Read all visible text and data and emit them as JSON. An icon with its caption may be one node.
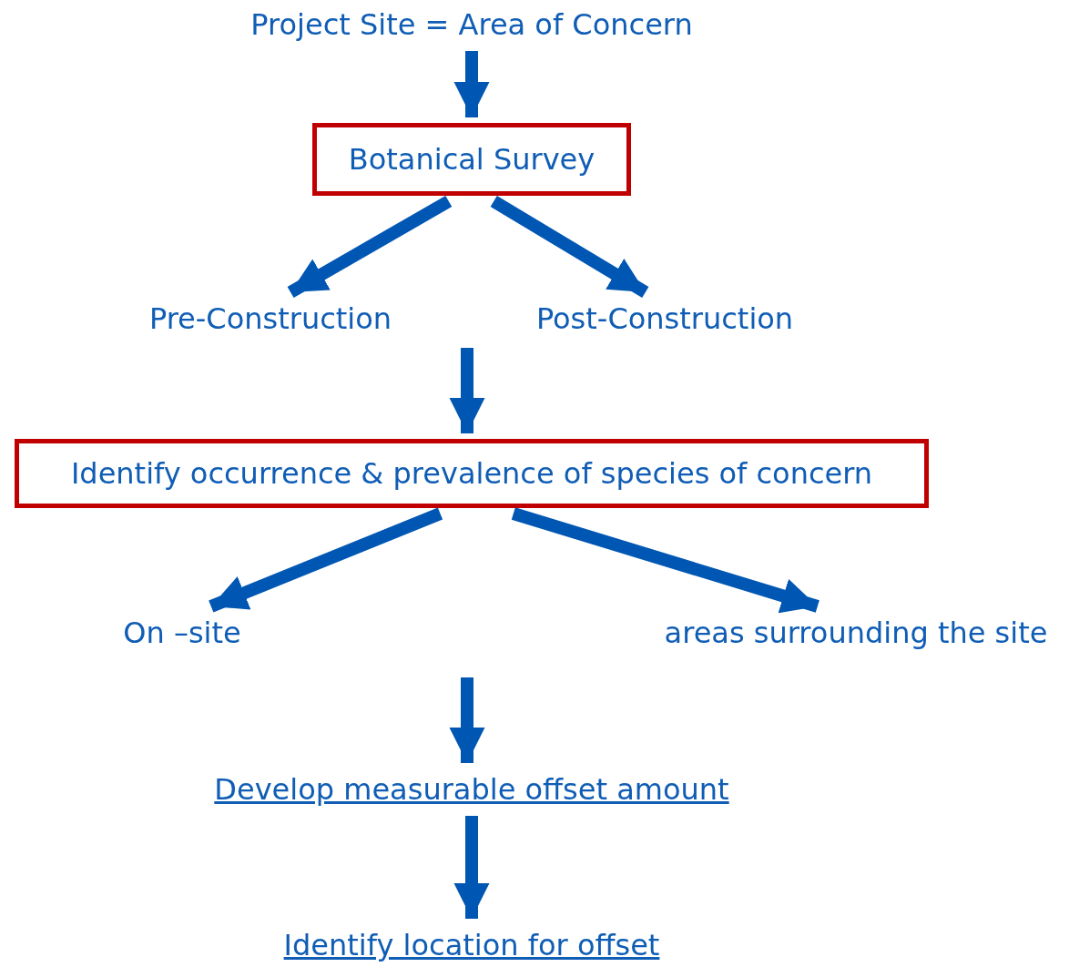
{
  "diagram": {
    "nodes": [
      {
        "text": [
          "Project Site = Area of Concern"
        ]
      },
      {
        "text": [
          "Botanical Survey"
        ]
      },
      {
        "text": [
          "Pre-Construction"
        ]
      },
      {
        "text": [
          "Post-Construction"
        ]
      },
      {
        "text": [
          "Identify occurrence & prevalence of species of concern"
        ]
      },
      {
        "text": [
          "On –site"
        ]
      },
      {
        "text": [
          "areas surrounding the site"
        ]
      },
      {
        "text": [
          "Develop measurable offset amount"
        ]
      },
      {
        "text": [
          "Identify location for offset"
        ]
      }
    ],
    "edges": [
      {
        "from": 0,
        "to": 1,
        "arrow": "to"
      },
      {
        "from": 1,
        "to": 2,
        "arrow": "to"
      },
      {
        "from": 1,
        "to": 3,
        "arrow": "to"
      },
      {
        "from": null,
        "to": 4,
        "arrow": "to"
      },
      {
        "from": 4,
        "to": 5,
        "arrow": "to"
      },
      {
        "from": 4,
        "to": 6,
        "arrow": "to"
      },
      {
        "from": null,
        "to": 7,
        "arrow": "to"
      },
      {
        "from": 7,
        "to": 8,
        "arrow": "to"
      }
    ]
  }
}
